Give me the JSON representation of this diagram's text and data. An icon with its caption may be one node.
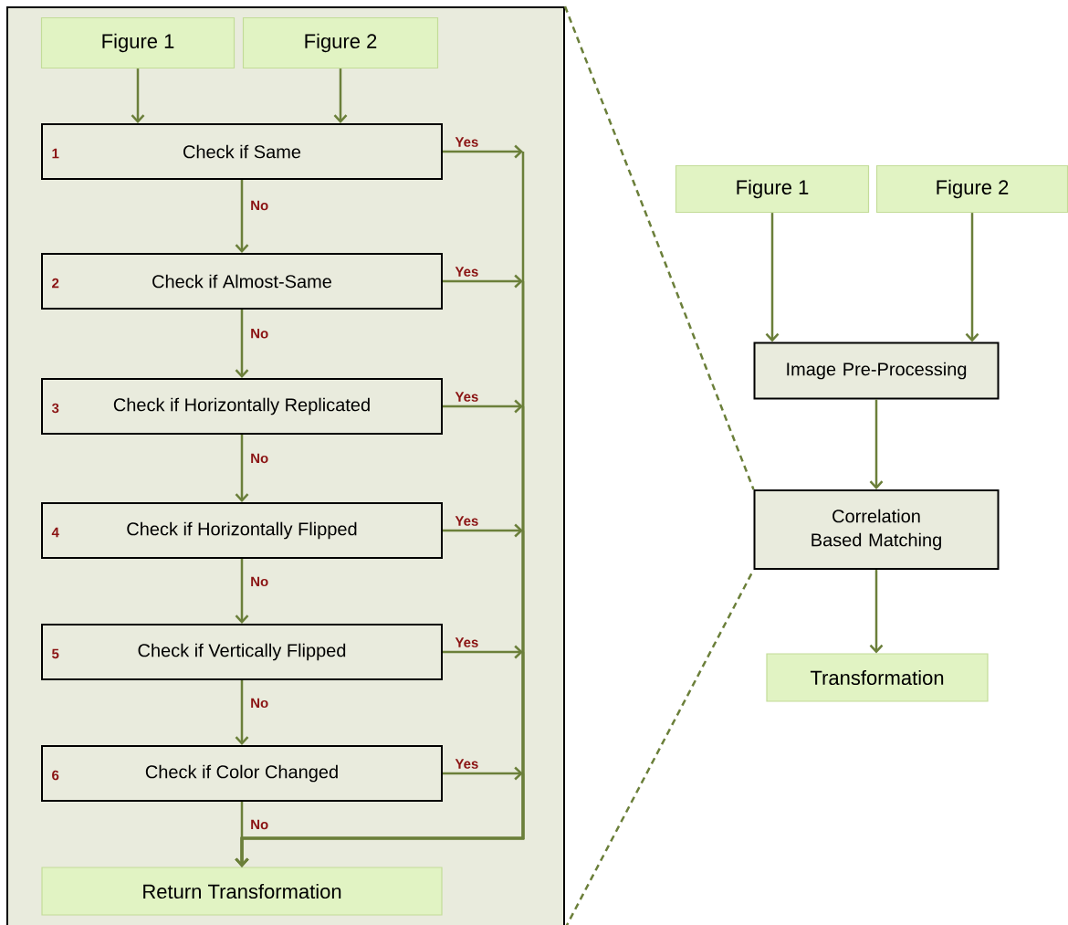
{
  "diagram": {
    "nodes": [
      {
        "text": [],
        "shape": "box"
      },
      {
        "text": [
          "Figure 1"
        ],
        "in": 0
      },
      {
        "text": [
          "Figure 2"
        ],
        "in": 0
      },
      {
        "text": [
          "1",
          "Check if Same"
        ],
        "in": 0
      },
      {
        "text": [
          "2",
          "Check if Almost-Same"
        ],
        "in": 0
      },
      {
        "text": [
          "3",
          "Check if Horizontally Replicated"
        ],
        "in": 0
      },
      {
        "text": [
          "4",
          "Check if Horizontally Flipped"
        ],
        "in": 0
      },
      {
        "text": [
          "5",
          "Check if Vertically Flipped"
        ],
        "in": 0
      },
      {
        "text": [
          "6",
          "Check if Color Changed"
        ],
        "in": 0
      },
      {
        "text": [
          "Return Transformation"
        ],
        "in": 0
      },
      {
        "text": [
          "Figure 1"
        ]
      },
      {
        "text": [
          "Figure 2"
        ]
      },
      {
        "text": [
          "Image Pre-Processing"
        ]
      },
      {
        "text": [
          "Correlation Based Matching"
        ]
      },
      {
        "text": [
          "Transformation"
        ]
      }
    ],
    "edges": [
      {
        "from": 1,
        "to": 3,
        "arrow": "to"
      },
      {
        "from": 2,
        "to": 3,
        "arrow": "to"
      },
      {
        "from": 3,
        "to": 4,
        "arrow": "to",
        "label": "No"
      },
      {
        "from": 4,
        "to": 5,
        "arrow": "to",
        "label": "No"
      },
      {
        "from": 5,
        "to": 6,
        "arrow": "to",
        "label": "No"
      },
      {
        "from": 6,
        "to": 7,
        "arrow": "to",
        "label": "No"
      },
      {
        "from": 7,
        "to": 8,
        "arrow": "to",
        "label": "No"
      },
      {
        "from": 8,
        "to": 9,
        "arrow": "to",
        "label": "No"
      },
      {
        "from": 3,
        "to": 9,
        "arrow": "to",
        "label": "Yes"
      },
      {
        "from": 4,
        "to": 9,
        "arrow": "to",
        "label": "Yes"
      },
      {
        "from": 5,
        "to": 9,
        "arrow": "to",
        "label": "Yes"
      },
      {
        "from": 6,
        "to": 9,
        "arrow": "to",
        "label": "Yes"
      },
      {
        "from": 7,
        "to": 9,
        "arrow": "to",
        "label": "Yes"
      },
      {
        "from": 8,
        "to": 9,
        "arrow": "to",
        "label": "Yes"
      },
      {
        "from": 10,
        "to": 12,
        "arrow": "to"
      },
      {
        "from": 11,
        "to": 12,
        "arrow": "to"
      },
      {
        "from": 12,
        "to": 13,
        "arrow": "to"
      },
      {
        "from": 13,
        "to": 14,
        "arrow": "to"
      },
      {
        "from": 0,
        "to": 13,
        "arrow": "none",
        "style": "dashed"
      },
      {
        "from": 0,
        "to": 13,
        "arrow": "none",
        "style": "dashed"
      }
    ]
  }
}
